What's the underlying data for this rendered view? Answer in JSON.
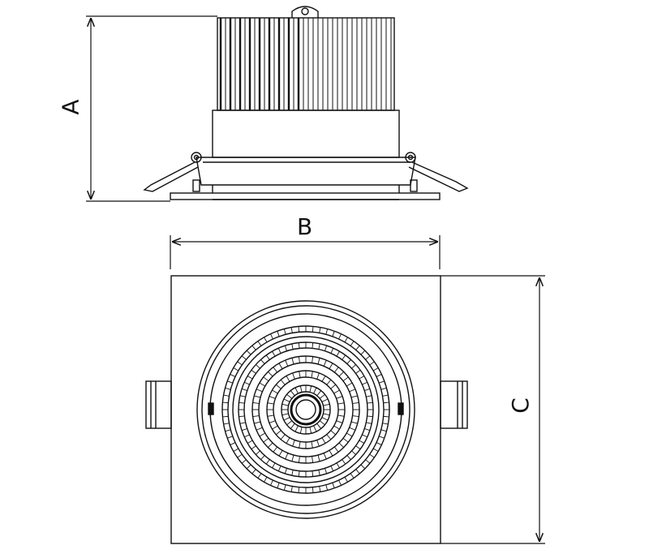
{
  "dimensions": {
    "a": "A",
    "b": "B",
    "c": "C"
  },
  "colors": {
    "stroke": "#111111",
    "background": "#ffffff"
  }
}
